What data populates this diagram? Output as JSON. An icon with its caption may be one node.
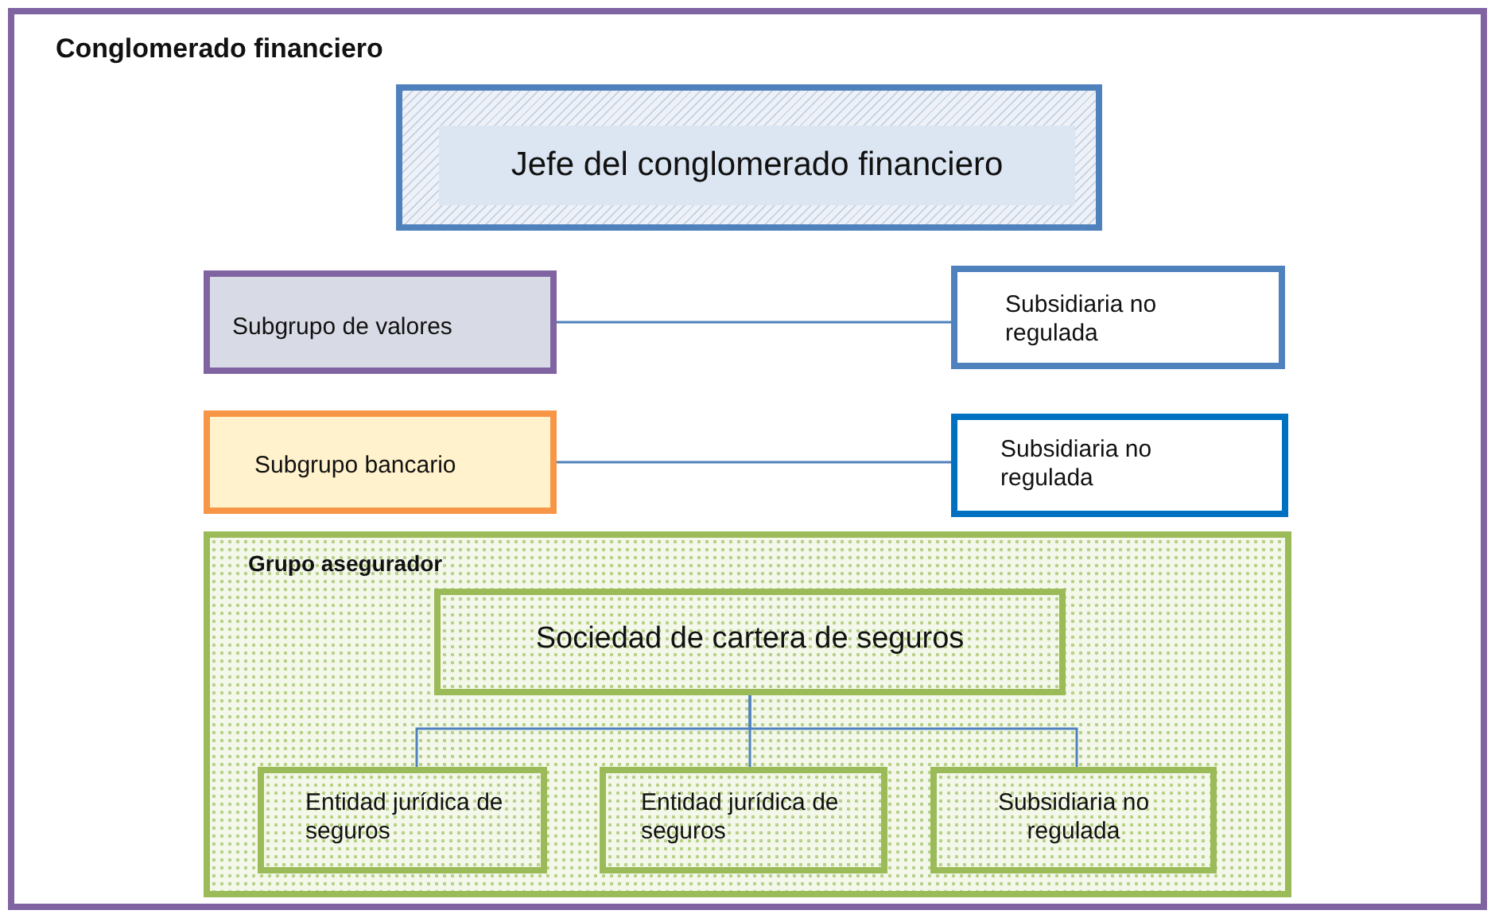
{
  "diagram": {
    "nodes": [
      {
        "text": [
          "Conglomerado financiero"
        ]
      },
      {
        "text": [
          "Jefe del conglomerado financiero"
        ],
        "in": 0
      },
      {
        "text": [
          "Subgrupo de valores"
        ],
        "in": 0
      },
      {
        "text": [
          "Subsidiaria no regulada"
        ],
        "in": 0
      },
      {
        "text": [
          "Subgrupo bancario"
        ],
        "in": 0
      },
      {
        "text": [
          "Subsidiaria no regulada"
        ],
        "in": 0
      },
      {
        "text": [
          "Grupo asegurador"
        ],
        "in": 0
      },
      {
        "text": [
          "Sociedad de cartera de seguros"
        ],
        "in": 6
      },
      {
        "text": [
          "Entidad jurídica de seguros"
        ],
        "in": 6
      },
      {
        "text": [
          "Entidad jurídica de seguros"
        ],
        "in": 6
      },
      {
        "text": [
          "Subsidiaria no regulada"
        ],
        "in": 6
      }
    ],
    "edges": [
      {
        "from": 2,
        "to": 3,
        "arrow": "none"
      },
      {
        "from": 4,
        "to": 5,
        "arrow": "none"
      },
      {
        "from": 7,
        "to": 8,
        "arrow": "none"
      },
      {
        "from": 7,
        "to": 9,
        "arrow": "none"
      },
      {
        "from": 7,
        "to": 10,
        "arrow": "none"
      }
    ]
  }
}
